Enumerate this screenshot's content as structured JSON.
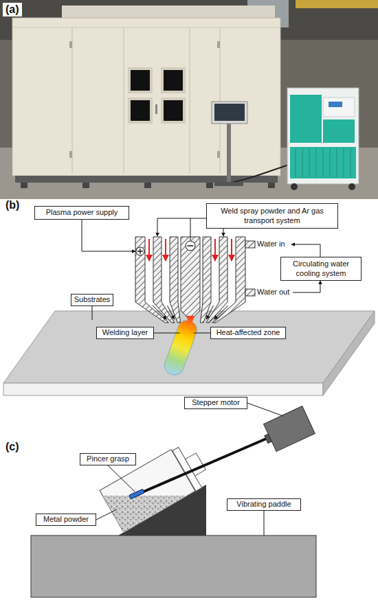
{
  "diagram": {
    "nodes": [
      {
        "text": [
          "Plasma power supply"
        ]
      },
      {
        "text": [
          "Weld spray powder and Ar gas transport system"
        ]
      },
      {
        "text": [
          "Circulating water cooling system"
        ]
      },
      {
        "text": [
          "Substrates"
        ]
      },
      {
        "text": [
          "Welding layer"
        ]
      },
      {
        "text": [
          "Heat-affected zone"
        ]
      },
      {
        "text": [
          "Stepper motor"
        ]
      },
      {
        "text": [
          "Pincer grasp"
        ]
      },
      {
        "text": [
          "Metal powder"
        ]
      },
      {
        "text": [
          "Vibrating paddle"
        ]
      }
    ],
    "labels": [
      "(a)",
      "(b)",
      "Water in",
      "Water out",
      "(c)"
    ]
  }
}
